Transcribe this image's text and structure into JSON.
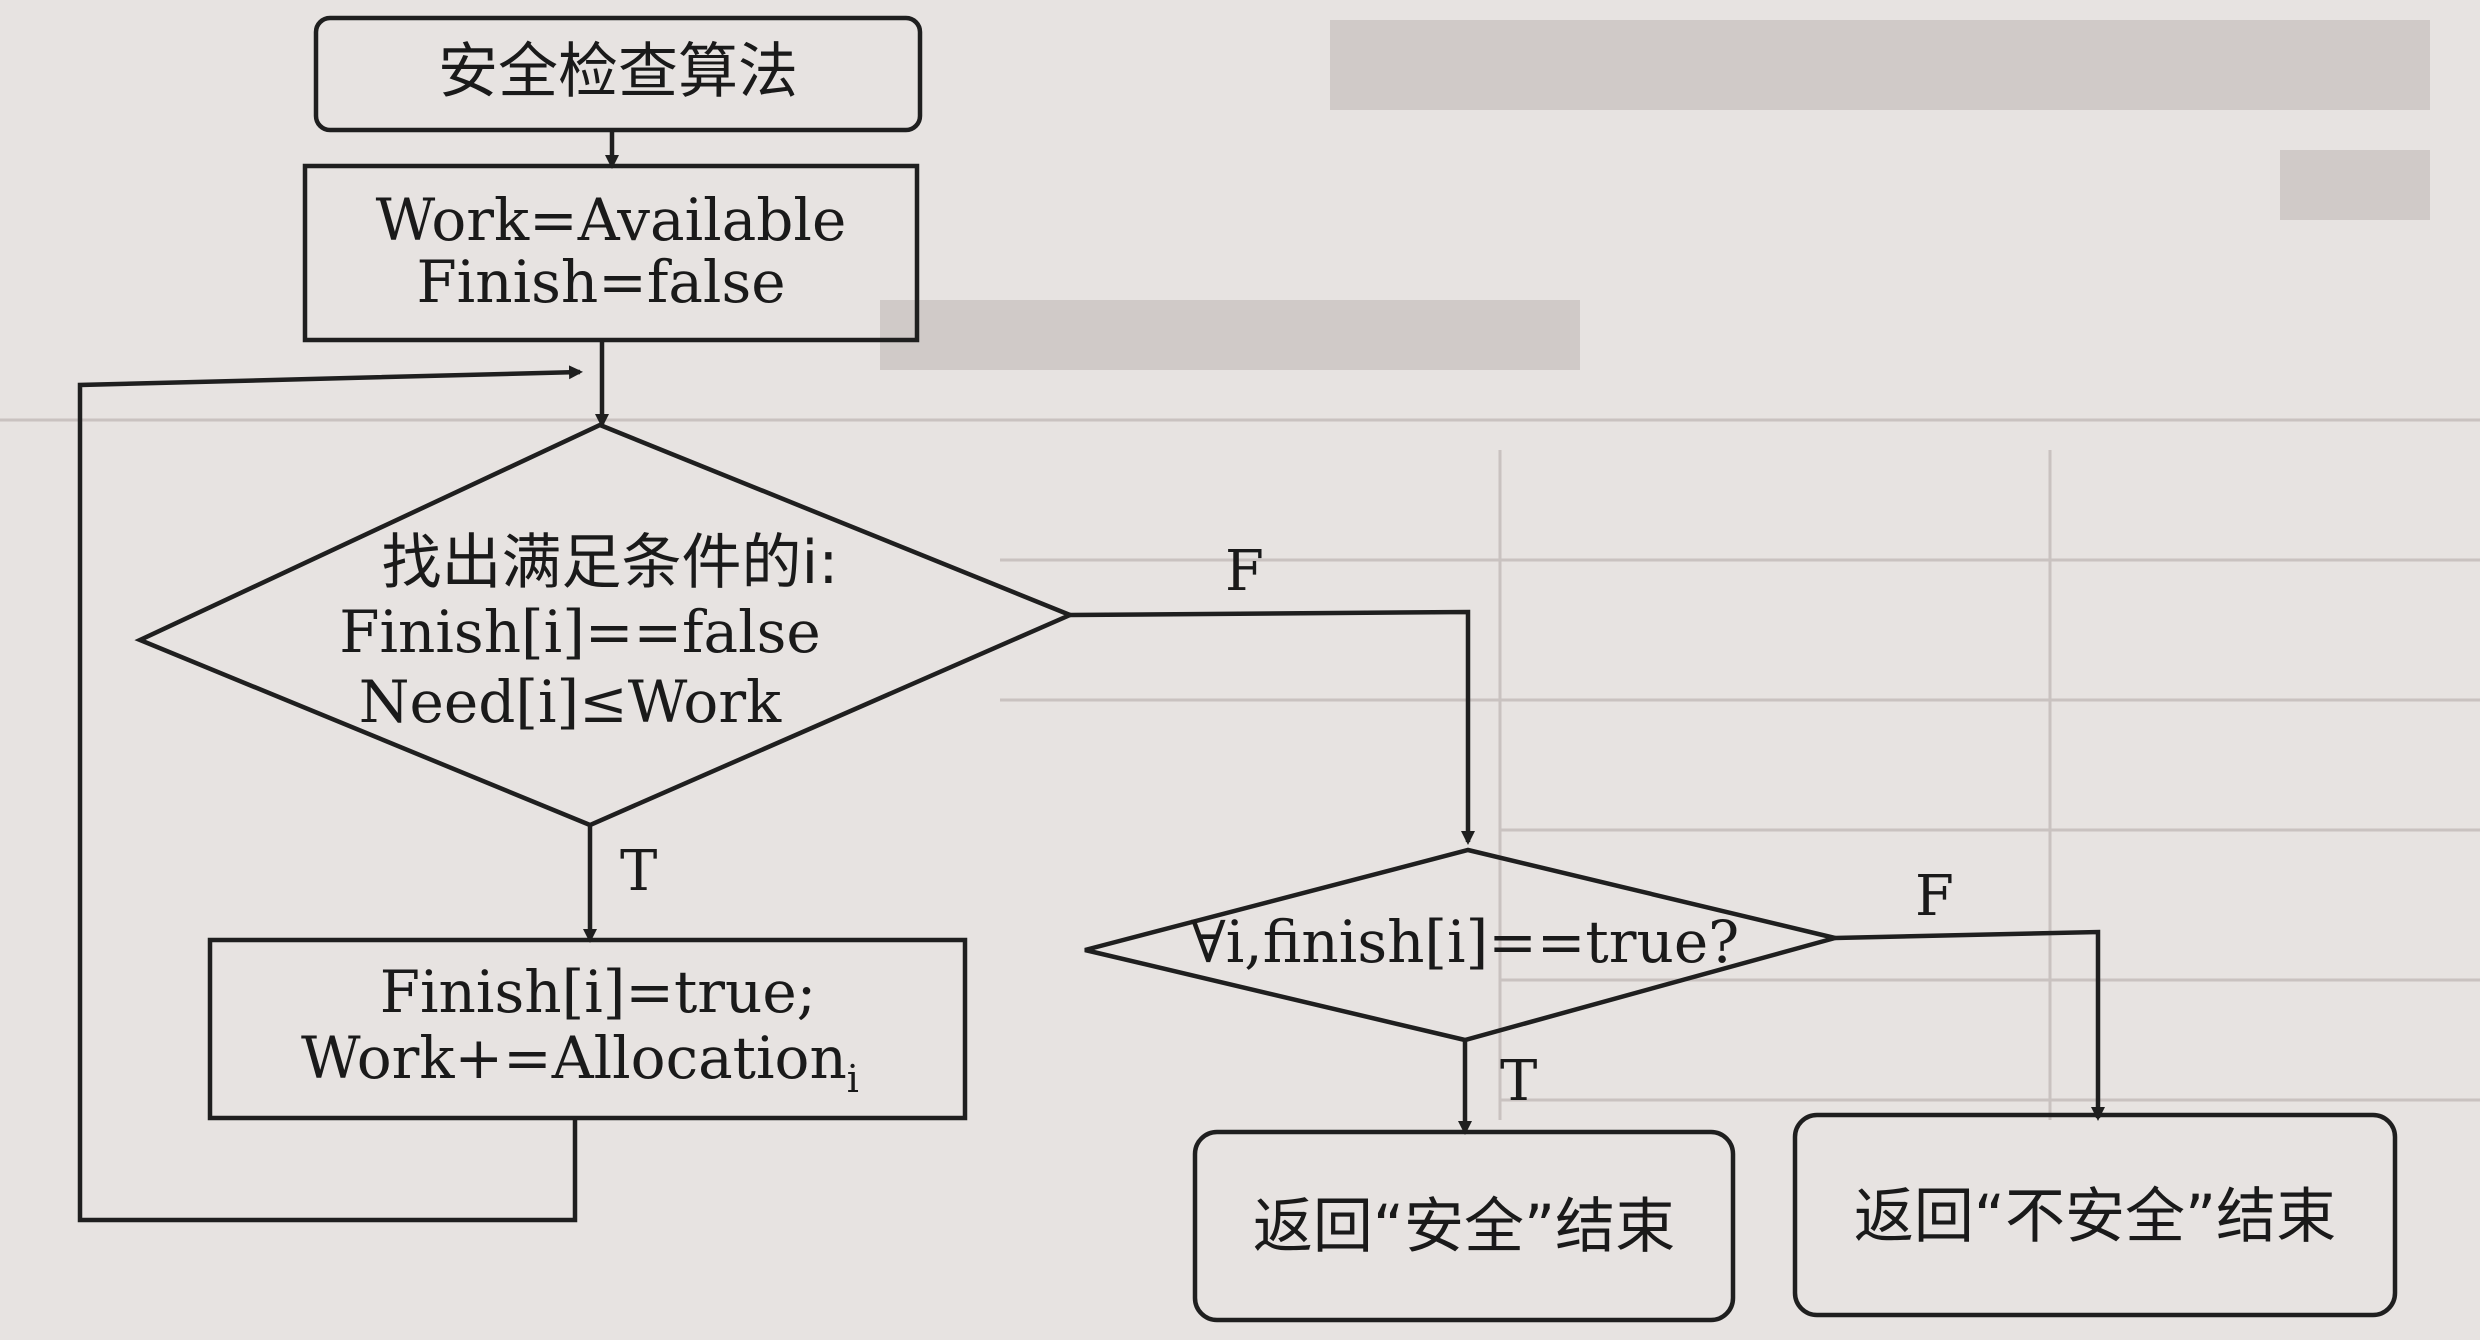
{
  "diagram": {
    "nodes": {
      "start": {
        "text": "安全检查算法"
      },
      "init": {
        "line1": "Work=Available",
        "line2": "Finish=false"
      },
      "find": {
        "line1": "找出满足条件的i:",
        "line2": "Finish[i]==false",
        "line3": "Need[i]≤Work"
      },
      "update": {
        "line1": "Finish[i]=true;",
        "line2": "Work+=Allocation",
        "line2_sub": "i"
      },
      "check": {
        "text": "∀i,finish[i]==true?"
      },
      "safe": {
        "text": "返回“安全”结束"
      },
      "unsafe": {
        "text": "返回“不安全”结束"
      }
    },
    "edge_labels": {
      "find_false": "F",
      "find_true": "T",
      "check_false": "F",
      "check_true": "T"
    }
  },
  "colors": {
    "ink": "#1f1f1f",
    "paper": "#e7e3e1",
    "bleed": "#bdb6b4"
  }
}
